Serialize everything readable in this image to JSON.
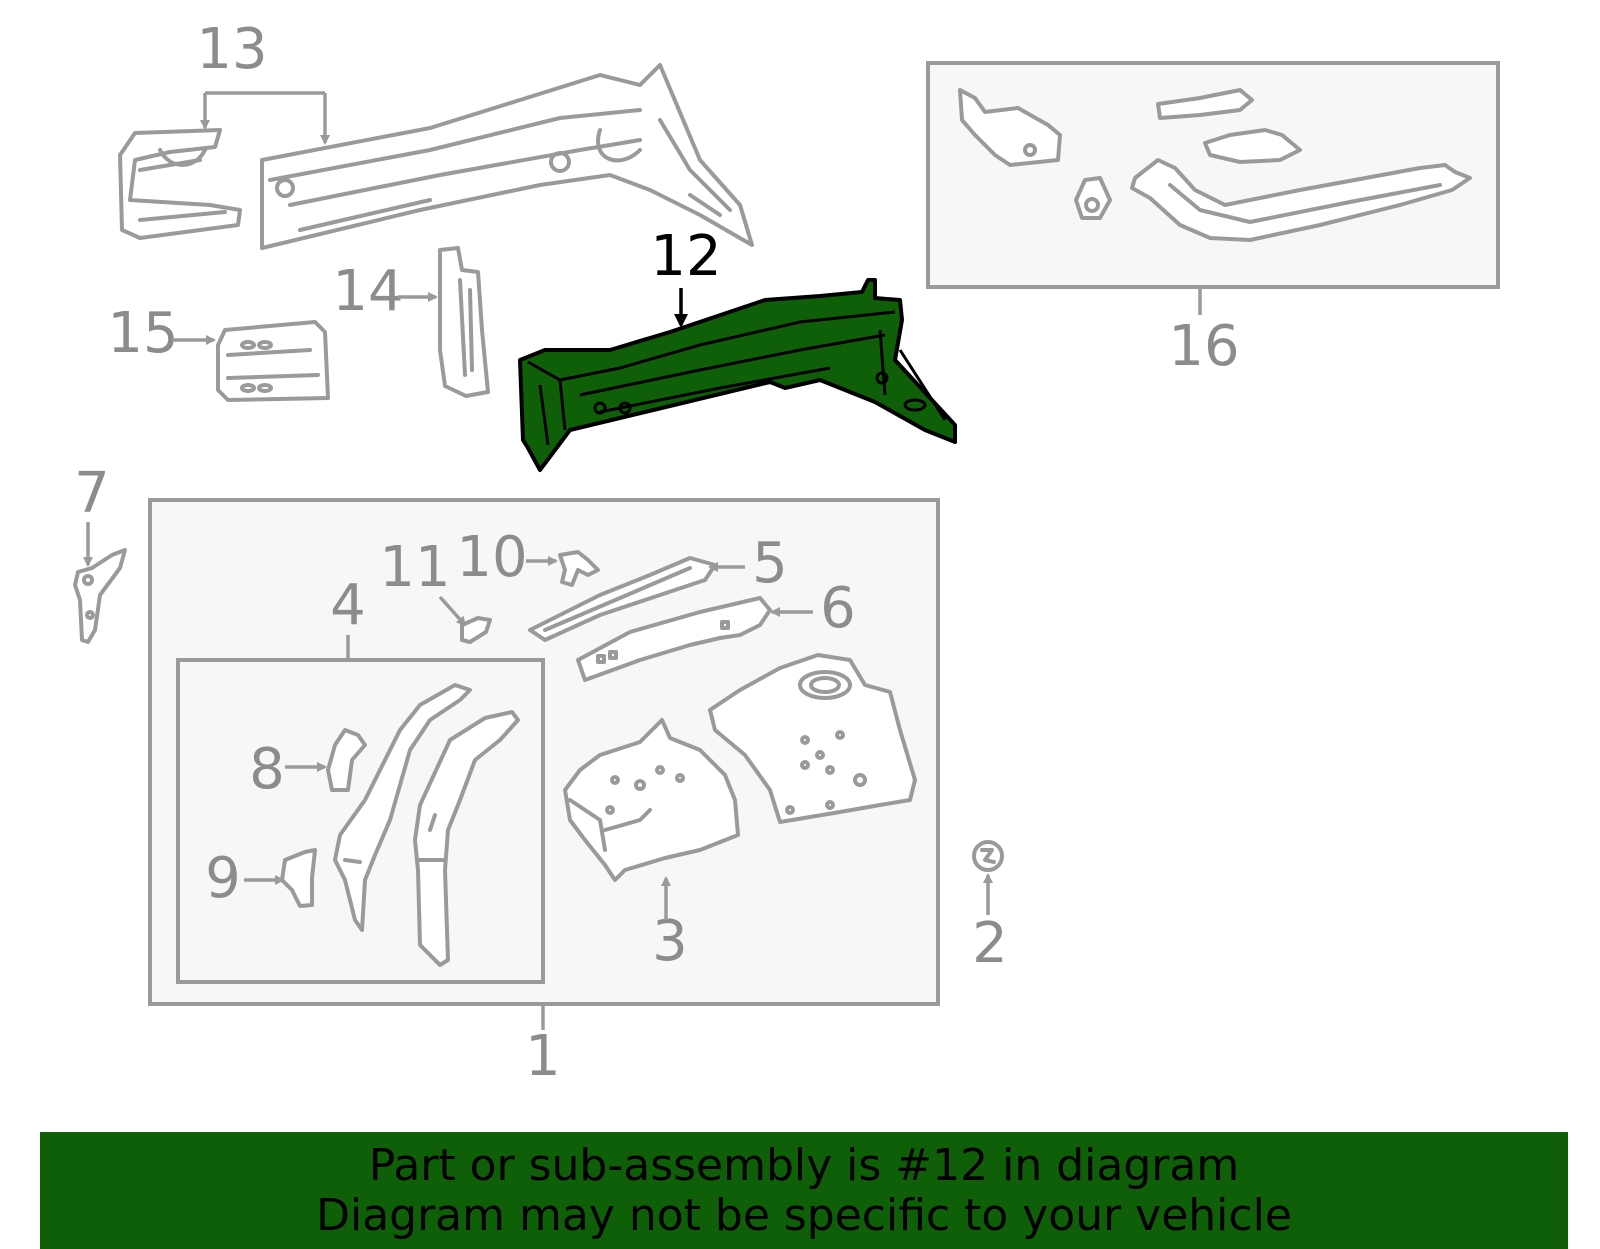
{
  "diagram": {
    "highlight_color": "#0f5f08",
    "callouts": {
      "c1": "1",
      "c2": "2",
      "c3": "3",
      "c4": "4",
      "c5": "5",
      "c6": "6",
      "c7": "7",
      "c8": "8",
      "c9": "9",
      "c10": "10",
      "c11": "11",
      "c12": "12",
      "c13": "13",
      "c14": "14",
      "c15": "15",
      "c16": "16"
    },
    "active_part": "12"
  },
  "banner": {
    "line1": "Part or sub-assembly is #12 in diagram",
    "line2": "Diagram may not be specific to your vehicle",
    "background": "#0f5f08"
  }
}
